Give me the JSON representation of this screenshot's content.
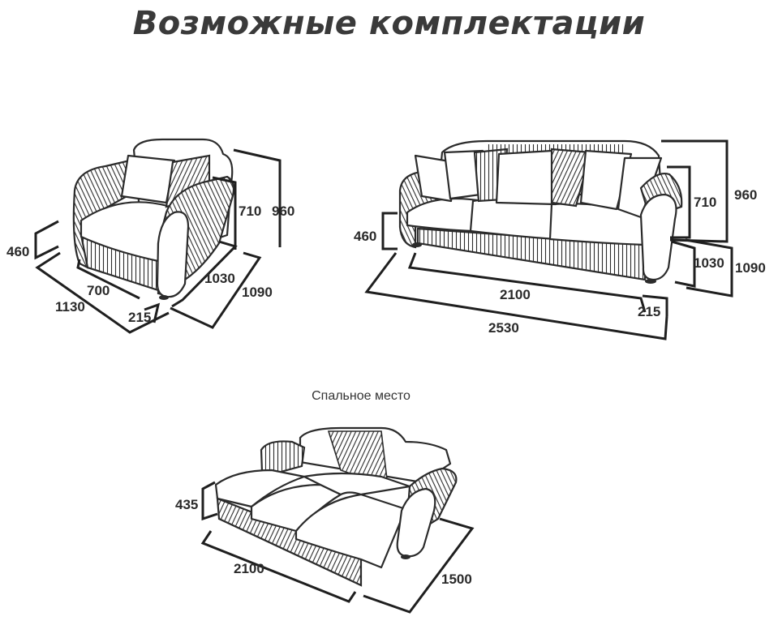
{
  "title": "Возможные комплектации",
  "caption": "Спальное место",
  "armchair": {
    "height_seat": "460",
    "height_back": "710",
    "height_total": "960",
    "depth_seat": "1030",
    "depth_total": "1090",
    "width_seat": "700",
    "width_total": "1130",
    "width_arm": "215"
  },
  "sofa": {
    "height_seat": "460",
    "height_back": "710",
    "height_total": "960",
    "depth_seat": "1030",
    "depth_total": "1090",
    "width_seat": "2100",
    "width_arm": "215",
    "width_total": "2530"
  },
  "bed": {
    "height": "435",
    "length": "2100",
    "width": "1500"
  }
}
